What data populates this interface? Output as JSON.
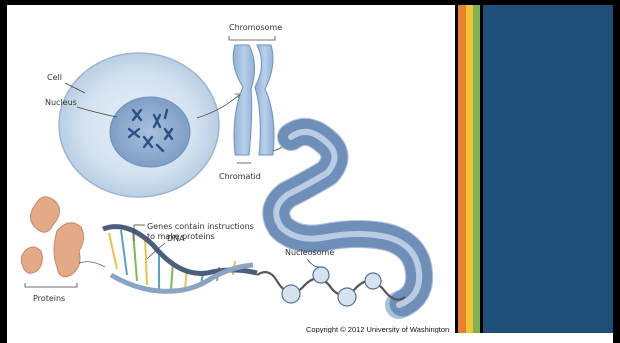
{
  "labels": {
    "chromosome": "Chromosome",
    "cell": "Cell",
    "nucleus": "Nucleus",
    "chromatid": "Chromatid",
    "genes": "Genes contain instructions",
    "genes2": "to make proteins",
    "dna": "DNA",
    "nucleosome": "Nucleosome",
    "proteins": "Proteins"
  },
  "copyright": "Copyright © 2012 University of Washington",
  "colors": {
    "stripe_orange": "#e8812b",
    "stripe_yellow": "#f3c336",
    "stripe_green": "#7fb353",
    "panel_blue": "#1f4e79",
    "chromosome_blue": "#a8c6e4",
    "protein": "#e0a37d"
  }
}
